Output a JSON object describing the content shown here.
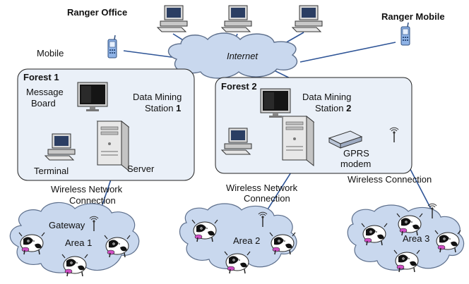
{
  "labels": {
    "ranger_office": "Ranger Office",
    "ranger_mobile": "Ranger Mobile",
    "mobile": "Mobile",
    "internet": "Internet",
    "forest1": {
      "title": "Forest 1",
      "message_board_line1": "Message",
      "message_board_line2": "Board",
      "station_line1": "Data Mining",
      "station_line2_text": "Station ",
      "station_line2_num": "1",
      "terminal": "Terminal",
      "server": "Server"
    },
    "forest2": {
      "title": "Forest 2",
      "station_line1": "Data Mining",
      "station_line2_text": "Station ",
      "station_line2_num": "2",
      "gprs_line1": "GPRS",
      "gprs_line2": "modem"
    },
    "wireless1_line1": "Wireless Network",
    "wireless1_line2": "Connection",
    "wireless2_line1": "Wireless Network",
    "wireless2_line2": "Connection",
    "wireless3": "Wireless Connection",
    "gateway": "Gateway",
    "area1": "Area 1",
    "area2": "Area 2",
    "area3": "Area 3"
  },
  "colors": {
    "forest_box_fill": "#eaf0f8",
    "forest_box_stroke": "#222222",
    "cloud_fill": "#c9d8ee",
    "cloud_stroke": "#5d6f8c",
    "link": "#2f5597"
  }
}
